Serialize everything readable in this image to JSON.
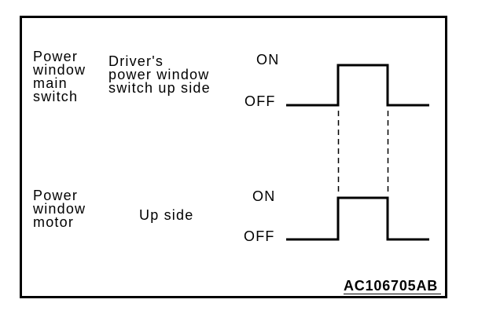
{
  "figure": {
    "figure_id": "AC106705AB",
    "colors": {
      "line": "#000000",
      "background": "#ffffff"
    },
    "rows": [
      {
        "component": "Power\nwindow\nmain\nswitch",
        "signal": "Driver's\npower window\nswitch up side",
        "on_label": "ON",
        "off_label": "OFF"
      },
      {
        "component": "Power\nwindow\nmotor",
        "signal": "Up side",
        "on_label": "ON",
        "off_label": "OFF"
      }
    ],
    "timing": {
      "signals": [
        {
          "name": "Driver's power window switch up side",
          "states": [
            "OFF",
            "ON",
            "OFF"
          ]
        },
        {
          "name": "Power window motor up side",
          "states": [
            "OFF",
            "ON",
            "OFF"
          ]
        }
      ],
      "note": "ON pulses of both signals are aligned in time (dashed sync lines at pulse start and end)"
    }
  }
}
